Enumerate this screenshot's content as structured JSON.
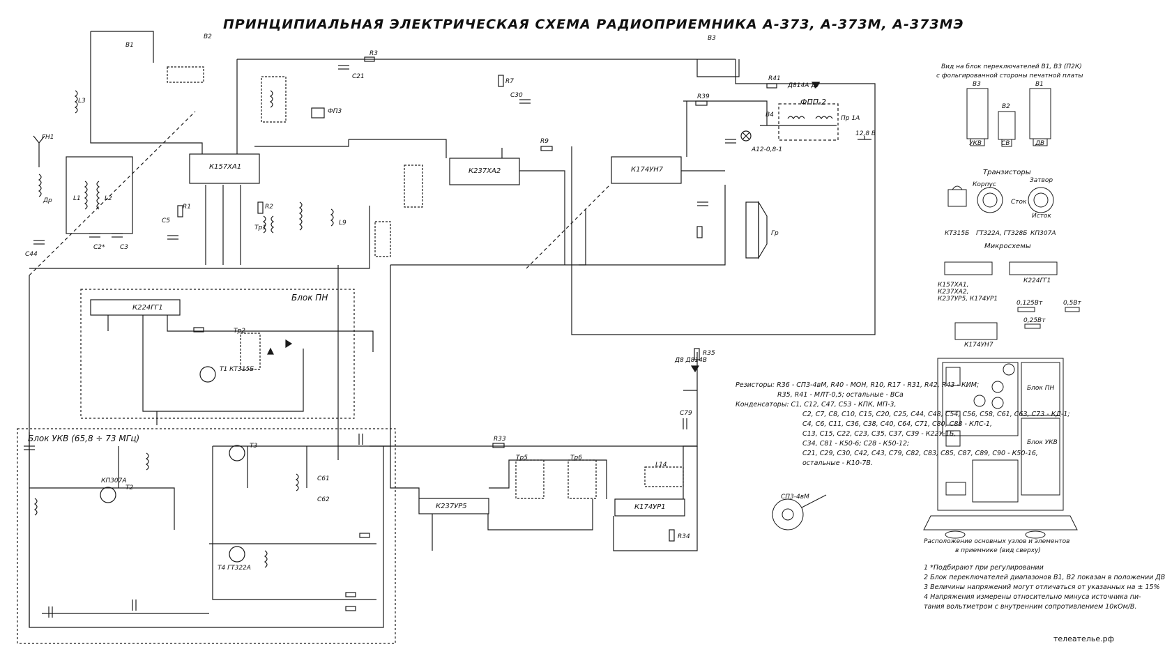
{
  "title": "ПРИНЦИПИАЛЬНАЯ ЭЛЕКТРИЧЕСКАЯ СХЕМА РАДИОПРИЕМНИКА А-373, А-373М, А-373МЭ",
  "chips": {
    "u1": "К157ХА1",
    "u2": "К237ХА2",
    "u6": "К174УН7",
    "u3": "К224ГГ1",
    "u4": "К237УР5",
    "u5": "К174УР1"
  },
  "blocks": {
    "pn": "Блок ПН",
    "ukv": "Блок УКВ (65,8 ÷ 73 МГц)",
    "fpp": "ФПП-2"
  },
  "parts": {
    "gn1": "ГН1",
    "dr": "Др",
    "l1": "L1",
    "l2": "L2",
    "l3": "L3",
    "l9": "L9",
    "c44": "С44",
    "c2": "С2*",
    "c3": "С3",
    "c5": "С5",
    "r1": "R1",
    "r2": "R2",
    "tp1": "Тр1",
    "tp2": "Тр2",
    "t1": "Т1 КТ315Б",
    "t2": "Т2",
    "t3": "Т3",
    "t4": "Т4 ГТ322А",
    "kp": "КП307А",
    "gr": "Гр",
    "fp": "ФП3",
    "r35": "R35",
    "d8": "Д8 Д814В",
    "r41": "R41",
    "d7": "Д814А Д7",
    "pr": "Пр 1А",
    "v12": "12,8 В",
    "lamp": "А12-0,8-1",
    "tp5": "Тр5",
    "tp6": "Тр6",
    "l14": "L14",
    "c61": "С61",
    "c62": "С62",
    "r33": "R33",
    "r34": "R34",
    "c79": "С79",
    "r3": "R3",
    "c21": "С21",
    "r7": "R7",
    "c30": "С30",
    "r9": "R9",
    "r39": "R39",
    "b1": "В1",
    "b2": "В2",
    "b3": "В3",
    "b4": "В4"
  },
  "specs": {
    "resistors_label": "Резисторы:",
    "resistors_1": "R36 - СП3-4вМ, R40 - МОН, R10, R17 - R31, R42, R43 - КИМ;",
    "resistors_2": "R35, R41 - МЛТ-0,5; остальные - ВСа",
    "caps_label": "Конденсаторы:",
    "caps_1": "С1, С12, С47, С53 - КПК, МП-3,",
    "caps_2": "С2, С7, С8, С10, С15, С20, С25, С44, С48, С54, С56, С58, С61, С63, С73 - КД-1;",
    "caps_3": "С4, С6, С11, С36, С38, С40, С64, С71, С80, С88 - КЛС-1,",
    "caps_4": "С13, С15, С22, С23, С35, С37, С39 - К22У-1Б,",
    "caps_5": "С34, С81 - К50-6; С28 - К50-12;",
    "caps_6": "С21, С29, С30, С42, С43, С79, С82, С83, С85, С87, С89, С90 - К50-16,",
    "caps_7": "остальные - К10-7В."
  },
  "sp3": "СП3-4вМ",
  "right_panel": {
    "switch_caption_1": "Вид на блок переключателей В1, В3 (П2К)",
    "switch_caption_2": "с фольгированной стороны печатной платы",
    "b3": "В3",
    "b2": "В2",
    "b1": "В1",
    "ukv": "УКВ",
    "sv": "СВ",
    "dv": "ДВ",
    "transistors": "Транзисторы",
    "t_a": "КТ315Б",
    "t_b": "ГТ322А, ГТ328Б",
    "t_c": "КП307А",
    "korpus": "Корпус",
    "zatvor": "Затвор",
    "stok": "Сток",
    "istok": "Исток",
    "microchips": "Микросхемы",
    "mc_a": "К157ХА1, К237ХА2, К237УР5, К174УР1",
    "mc_b": "К224ГГ1",
    "mc_c": "К174УН7",
    "w125": "0,125Вт",
    "w05": "0,5Вт",
    "w025": "0,25Вт",
    "placement_1": "Расположение основных узлов и элементов",
    "placement_2": "в приемнике (вид сверху)",
    "blok_pn": "Блок ПН",
    "blok_ukv": "Блок УКВ"
  },
  "notes": [
    "1 *Подбирают при регулировании",
    "2 Блок переключателей диапазонов В1, В2 показан в положении ДВ",
    "3 Величины напряжений могут отличаться от указанных на ± 15%",
    "4 Напряжения измерены относительно минуса источника пи-",
    "   тания вольтметром с внутренним сопротивлением 10кОм/В."
  ],
  "watermark": "телеателье.рф"
}
